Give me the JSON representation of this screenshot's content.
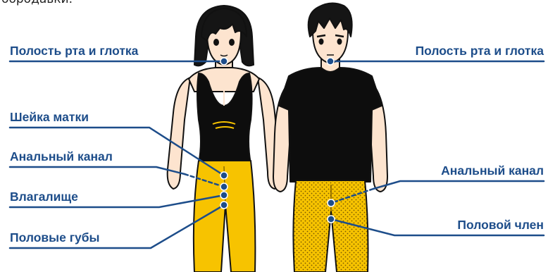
{
  "intro_text": "бородавки.",
  "labels": {
    "female_mouth_throat": "Полость рта и глотка",
    "cervix": "Шейка матки",
    "female_anal_canal": "Анальный канал",
    "vagina": "Влагалище",
    "labia": "Половые губы",
    "male_mouth_throat": "Полость рта и глотка",
    "male_anal_canal": "Анальный канал",
    "penis": "Половой член"
  },
  "colors": {
    "label_text": "#1d4d8a",
    "leader_line": "#1d4d8a",
    "marker_dot": "#1d4d8a",
    "shirt": "#0d0d0d",
    "pants": "#f7c300",
    "skin": "#fde4cf",
    "hair": "#151515"
  }
}
